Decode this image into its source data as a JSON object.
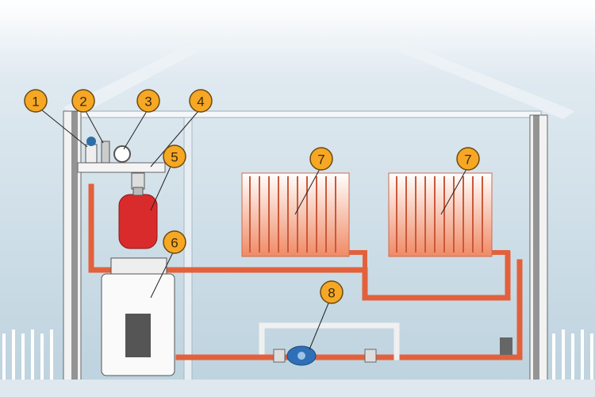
{
  "callouts": [
    {
      "id": "1",
      "label": "1",
      "part": "valve"
    },
    {
      "id": "2",
      "label": "2",
      "part": "air-vent"
    },
    {
      "id": "3",
      "label": "3",
      "part": "pressure-gauge"
    },
    {
      "id": "4",
      "label": "4",
      "part": "manifold"
    },
    {
      "id": "5",
      "label": "5",
      "part": "expansion-tank"
    },
    {
      "id": "6",
      "label": "6",
      "part": "boiler"
    },
    {
      "id": "7a",
      "label": "7",
      "part": "radiator"
    },
    {
      "id": "7b",
      "label": "7",
      "part": "radiator"
    },
    {
      "id": "8",
      "label": "8",
      "part": "circulation-pump"
    }
  ],
  "colors": {
    "callout_fill": "#f6a724",
    "pipe": "#e2613c",
    "tank": "#d92b2b",
    "pump": "#2f6fb5",
    "sky": "#c9dbe6"
  }
}
